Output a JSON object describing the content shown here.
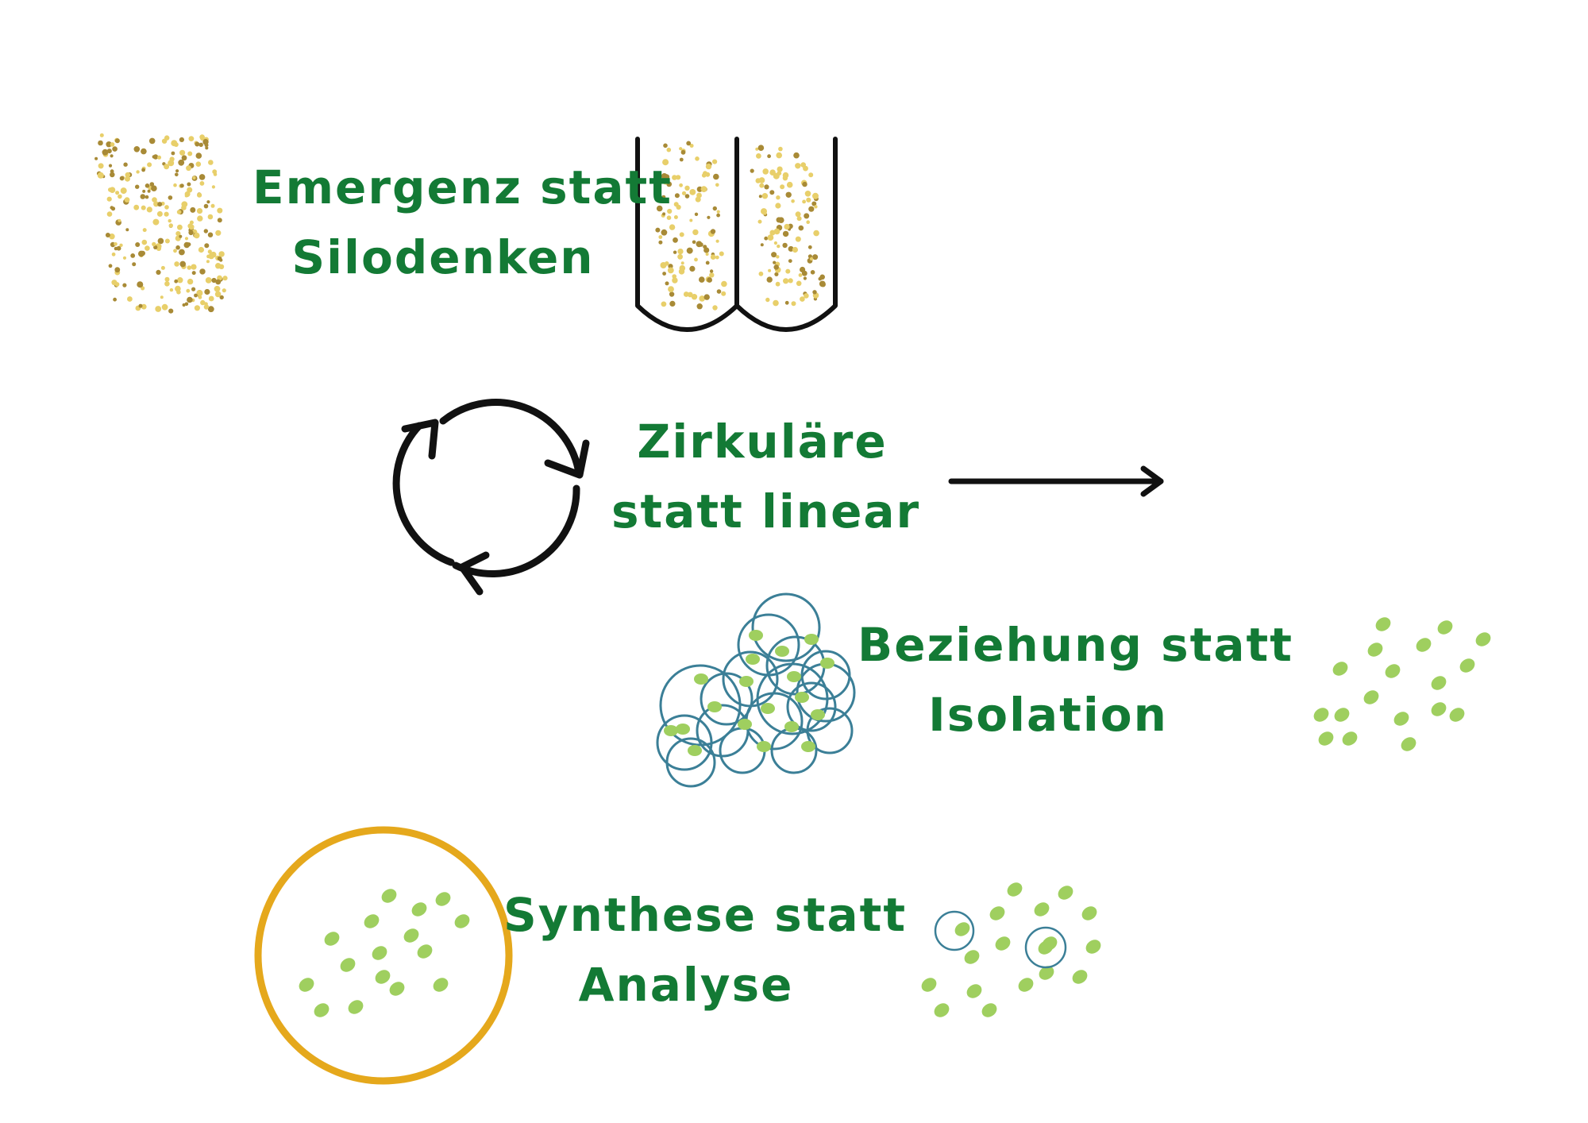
{
  "colors": {
    "text": "#137a35",
    "gold_light": "#e8cf6a",
    "gold_dark": "#a88a36",
    "green_dot": "#9fcf5f",
    "teal_circle": "#3b7f97",
    "orange_ring": "#e5a81c",
    "ink": "#111111"
  },
  "labels": {
    "emergence": {
      "line1": "Emergenz statt",
      "line2": "Silodenken"
    },
    "circular": {
      "line1": "Zirkuläre",
      "line2": "statt linear"
    },
    "relation": {
      "line1": "Beziehung statt",
      "line2": "Isolation"
    },
    "synthesis": {
      "line1": "Synthese statt",
      "line2": "Analyse"
    }
  },
  "icons": {
    "emergence_left": "gold-dot-cluster-icon",
    "emergence_right": "two-silo-tubes-icon",
    "circular_left": "cycle-arrows-icon",
    "circular_right": "right-arrow-icon",
    "relation_left": "overlapping-circles-icon",
    "relation_right": "green-dot-cluster-icon",
    "synthesis_left": "dots-in-ring-icon",
    "synthesis_right": "scattered-dots-icon"
  }
}
